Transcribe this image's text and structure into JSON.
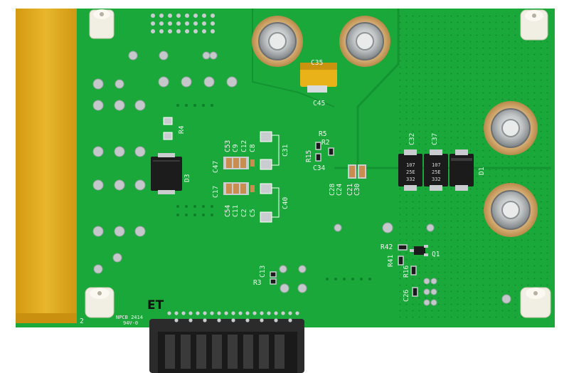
{
  "board": {
    "colors": {
      "solder_mask": "#1aa83a",
      "solder_mask_dark": "#149332",
      "gold_finger": "#e0ad22",
      "silkscreen": "#f2f2f2",
      "tinned_pad": "#c9cdd0"
    },
    "fab_marking": {
      "brand": "ET",
      "line1": "NPCB 2414",
      "line2": "94V-0",
      "corner_mark": "2"
    },
    "designators": {
      "c35": "C35",
      "c45": "C45",
      "r4": "R4",
      "d3": "D3",
      "r5": "R5",
      "r2": "R2",
      "r15": "R15",
      "c34": "C34",
      "c28": "C28",
      "c24": "C24",
      "c21": "C21",
      "c30": "C30",
      "c32": "C32",
      "c37": "C37",
      "d1": "D1",
      "c31": "C31",
      "c40": "C40",
      "c53": "C53",
      "c9": "C9",
      "c12": "C12",
      "c8": "C8",
      "c47": "C47",
      "c17": "C17",
      "c54": "C54",
      "c11": "C11",
      "c2": "C2",
      "c5": "C5",
      "c13": "C13",
      "r3": "R3",
      "r42": "R42",
      "r41": "R41",
      "r16": "R16",
      "q1": "Q1",
      "c26": "C26"
    },
    "chip_markings": {
      "c32_line1": "107",
      "c32_line2": "25E",
      "c32_line3": "332",
      "c37_line1": "107",
      "c37_line2": "25E",
      "c37_line3": "332"
    }
  }
}
